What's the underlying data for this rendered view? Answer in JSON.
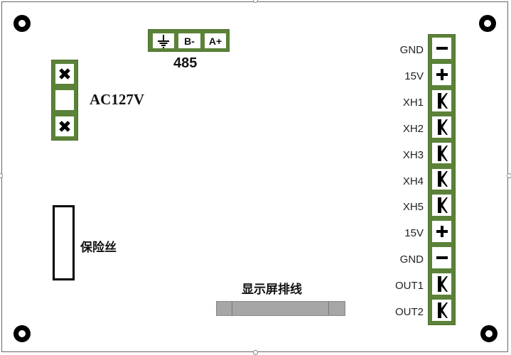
{
  "connector_485": {
    "label": "485",
    "pins": [
      {
        "icon": "ground"
      },
      {
        "text": "B-"
      },
      {
        "text": "A+"
      }
    ]
  },
  "ac_input": {
    "label": "AC127V",
    "pins": [
      "cross",
      "empty",
      "cross"
    ]
  },
  "fuse": {
    "label": "保险丝"
  },
  "display_cable": {
    "label": "显示屏排线"
  },
  "right_terminals": [
    {
      "label": "GND",
      "icon": "minus"
    },
    {
      "label": "15V",
      "icon": "plus"
    },
    {
      "label": "XH1",
      "icon": "latch"
    },
    {
      "label": "XH2",
      "icon": "latch"
    },
    {
      "label": "XH3",
      "icon": "latch"
    },
    {
      "label": "XH4",
      "icon": "latch"
    },
    {
      "label": "XH5",
      "icon": "latch"
    },
    {
      "label": "15V",
      "icon": "plus"
    },
    {
      "label": "GND",
      "icon": "minus"
    },
    {
      "label": "OUT1",
      "icon": "latch"
    },
    {
      "label": "OUT2",
      "icon": "latch"
    }
  ],
  "colors": {
    "terminal_green": "#5b8238",
    "cable_gray": "#a6a6a6"
  }
}
